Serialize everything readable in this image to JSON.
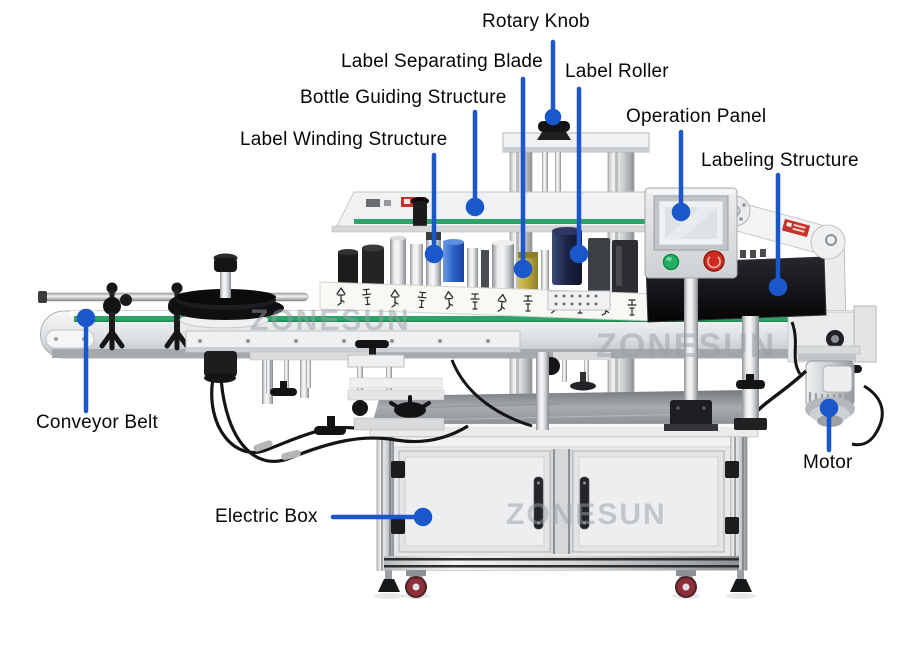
{
  "page": {
    "type": "annotated product diagram",
    "subject": "automatic double-side bottle labeling machine",
    "background": "#ffffff"
  },
  "brand": {
    "watermark_text": "ZONESUN"
  },
  "style": {
    "annotation_line_color": "#1a57cb",
    "annotation_text_color": "#070707",
    "conveyor_green": "#2fa468",
    "roller_blue": "#2a62c8",
    "blade_yellow": "#b9a73c",
    "start_button_green": "#22b163",
    "emergency_stop_red": "#cf2b1e",
    "caster_wheel_red": "#8f2d38"
  },
  "annotations": [
    {
      "id": "rotary-knob",
      "label": "Rotary Knob"
    },
    {
      "id": "label-separating-blade",
      "label": "Label Separating Blade"
    },
    {
      "id": "bottle-guiding-structure",
      "label": "Bottle Guiding Structure"
    },
    {
      "id": "label-winding-structure",
      "label": "Label Winding Structure"
    },
    {
      "id": "label-roller",
      "label": "Label Roller"
    },
    {
      "id": "operation-panel",
      "label": "Operation Panel"
    },
    {
      "id": "labeling-structure",
      "label": "Labeling Structure"
    },
    {
      "id": "conveyor-belt",
      "label": "Conveyor Belt"
    },
    {
      "id": "electric-box",
      "label": "Electric Box"
    },
    {
      "id": "motor",
      "label": "Motor"
    }
  ],
  "watermarks": [
    {
      "text": "ZONESUN"
    },
    {
      "text": "ZONESUN"
    },
    {
      "text": "ZONESUN"
    }
  ]
}
